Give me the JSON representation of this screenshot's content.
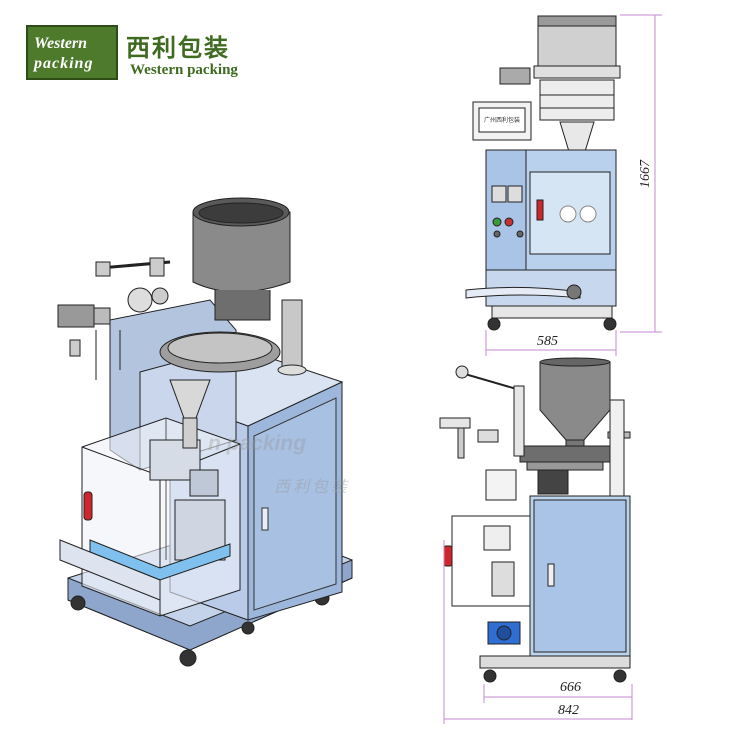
{
  "logo": {
    "line1": "Western",
    "line2": "packing"
  },
  "brand": {
    "chinese": "西利包装",
    "english": "Western packing"
  },
  "watermark": {
    "english": "n packing",
    "chinese": "西利包装"
  },
  "panel": {
    "label": "广州西利包装"
  },
  "dimensions": {
    "height": "1667",
    "front_width": "585",
    "side_inner_width": "666",
    "side_total_width": "842"
  },
  "colors": {
    "logo_green": "#4e7a2c",
    "machine_blue": "#9db7dc",
    "handle_red": "#d0262b",
    "dimension_line": "#c58ad0"
  }
}
